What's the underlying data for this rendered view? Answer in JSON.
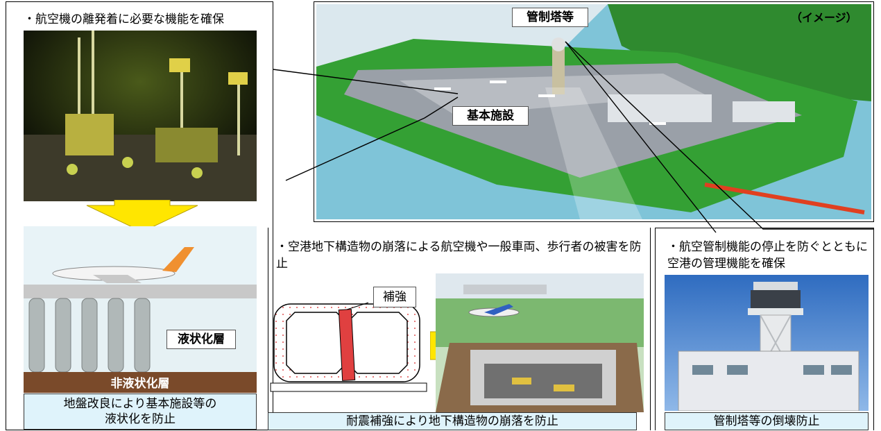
{
  "top_left": {
    "bullet": "・航空機の離発着に必要な機能を確保"
  },
  "airport": {
    "label_tower": "管制塔等",
    "label_basic": "基本施設",
    "image_note": "（イメージ）"
  },
  "liquefaction": {
    "layer_label": "液状化層",
    "nonliquefied_label": "非液状化層",
    "caption": "地盤改良により基本施設等の\n液状化を防止"
  },
  "underground": {
    "bullet": "・空港地下構造物の崩落による航空機や一般車両、歩行者の被害を防止",
    "reinforce_label": "補強",
    "caption": "耐震補強により地下構造物の崩落を防止"
  },
  "tower": {
    "bullet": "・航空管制機能の停止を防ぐとともに空港の管理機能を確保",
    "caption": "管制塔等の倒壊防止"
  },
  "colors": {
    "caption_bg": "#dff3fb",
    "arrow_yellow": "#ffe600",
    "reinforce_red": "#e04040",
    "sea": "#7fc4d8",
    "grass": "#2e9a2e"
  }
}
